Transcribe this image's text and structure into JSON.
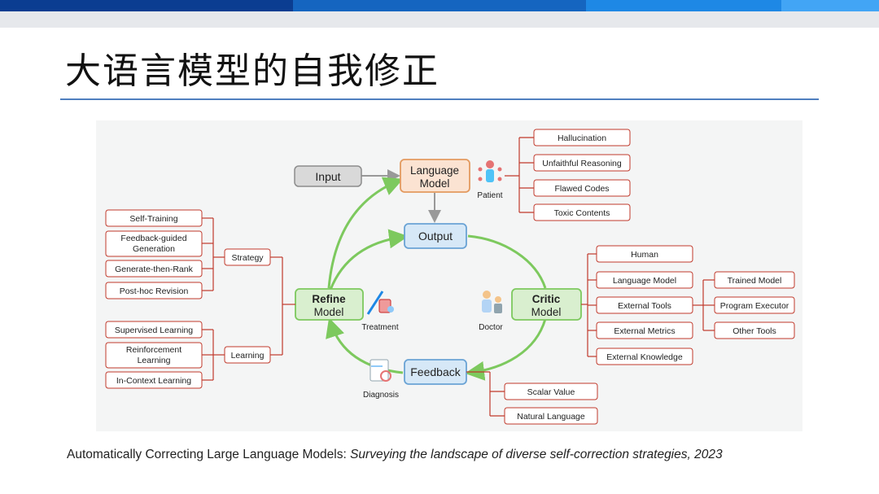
{
  "slide": {
    "title": "大语言模型的自我修正",
    "citation_plain": "Automatically Correcting Large Language Models: ",
    "citation_italic": "Surveying the landscape of diverse self-correction strategies, 2023"
  },
  "colors": {
    "top_bar": [
      "#0b3d91",
      "#1565c0",
      "#1e88e5",
      "#42a5f5"
    ],
    "rule": "#4f7fbf",
    "leaf_border": "#c0392b",
    "cycle_arrow": "#7dc95e"
  },
  "diagram": {
    "input": "Input",
    "language_model": [
      "Language",
      "Model"
    ],
    "output": "Output",
    "refine_model": [
      "Refine",
      "Model"
    ],
    "critic_model": [
      "Critic",
      "Model"
    ],
    "feedback": "Feedback",
    "patient": "Patient",
    "treatment": "Treatment",
    "doctor": "Doctor",
    "diagnosis": "Diagnosis",
    "problems": [
      "Hallucination",
      "Unfaithful Reasoning",
      "Flawed Codes",
      "Toxic Contents"
    ],
    "strategy_label": "Strategy",
    "strategy_items": [
      "Self-Training",
      "Feedback-guided Generation",
      "Generate-then-Rank",
      "Post-hoc Revision"
    ],
    "learning_label": "Learning",
    "learning_items": [
      "Supervised Learning",
      "Reinforcement Learning",
      "In-Context Learning"
    ],
    "critic_items": [
      "Human",
      "Language Model",
      "External Tools",
      "External Metrics",
      "External Knowledge"
    ],
    "tool_items": [
      "Trained Model",
      "Program Executor",
      "Other Tools"
    ],
    "feedback_items": [
      "Scalar Value",
      "Natural Language"
    ]
  }
}
